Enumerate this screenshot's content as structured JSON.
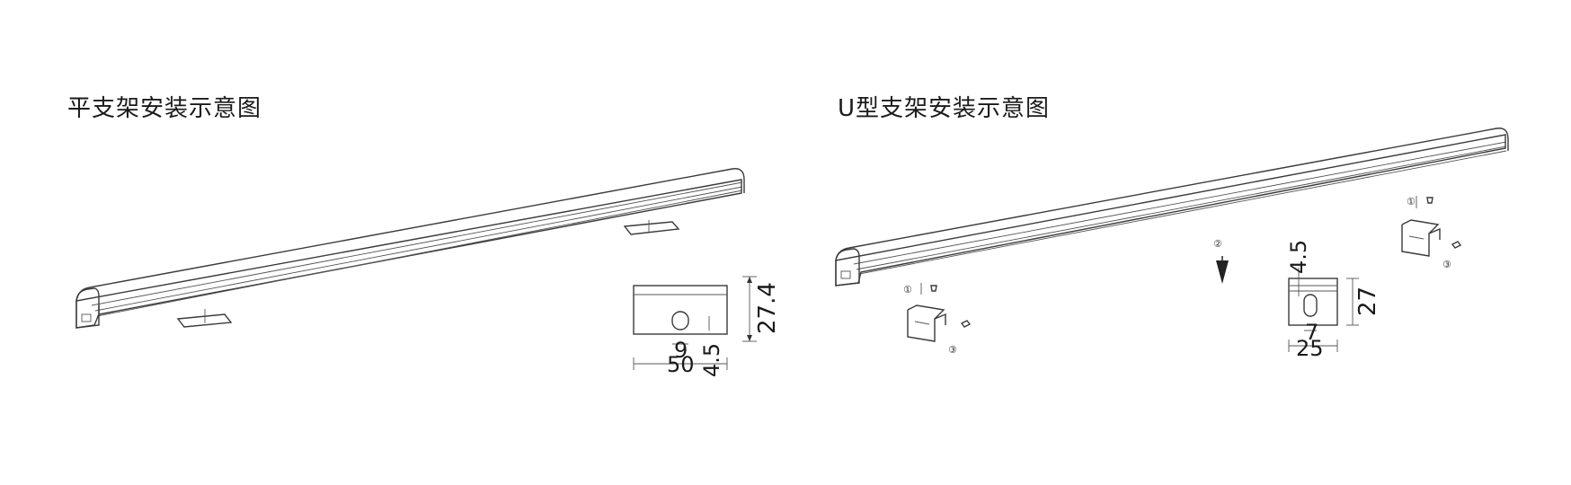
{
  "titles": {
    "flat_bracket": "平支架安装示意图",
    "u_bracket": "U型支架安装示意图"
  },
  "flat_bracket_dims": {
    "height": "27.4",
    "slot_width": "9",
    "width": "50",
    "slot_offset": "4.5"
  },
  "u_bracket_dims": {
    "slot_top": "4.5",
    "height": "27",
    "slot_width": "7",
    "width": "25"
  },
  "steps": {
    "one": "①",
    "two": "②",
    "three": "③"
  }
}
